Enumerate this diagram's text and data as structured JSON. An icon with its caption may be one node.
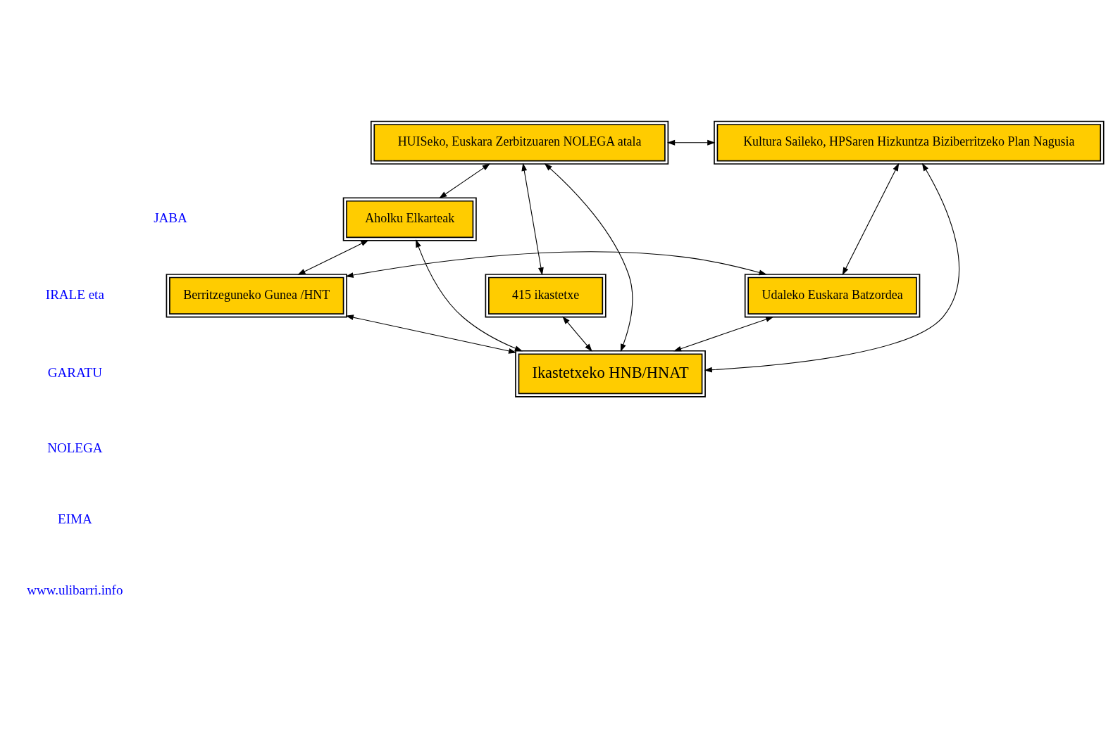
{
  "diagram": {
    "nodes": [
      {
        "text": [
          "HUISeko, Euskara Zerbitzuaren NOLEGA atala"
        ]
      },
      {
        "text": [
          "Kultura Saileko, HPSaren Hizkuntza Biziberritzeko Plan Nagusia"
        ]
      },
      {
        "text": [
          "Aholku Elkarteak"
        ]
      },
      {
        "text": [
          "415 ikastetxe"
        ]
      },
      {
        "text": [
          "Berritzeguneko Gunea /HNT"
        ]
      },
      {
        "text": [
          "Udaleko Euskara Batzordea"
        ]
      },
      {
        "text": [
          "Ikastetxeko HNB/HNAT"
        ]
      }
    ],
    "edges": [
      {
        "from": 0,
        "to": 1,
        "arrow": "both"
      },
      {
        "from": 0,
        "to": 2,
        "arrow": "both"
      },
      {
        "from": 0,
        "to": 3,
        "arrow": "both"
      },
      {
        "from": 0,
        "to": 6,
        "arrow": "both"
      },
      {
        "from": 1,
        "to": 6,
        "arrow": "both"
      },
      {
        "from": 1,
        "to": 5,
        "arrow": "both"
      },
      {
        "from": 2,
        "to": 4,
        "arrow": "both"
      },
      {
        "from": 2,
        "to": 6,
        "arrow": "both"
      },
      {
        "from": 3,
        "to": 6,
        "arrow": "both"
      },
      {
        "from": 4,
        "to": 5,
        "arrow": "both"
      },
      {
        "from": 4,
        "to": 6,
        "arrow": "both"
      },
      {
        "from": 5,
        "to": 6,
        "arrow": "both"
      }
    ],
    "labels": [
      "JABA",
      "IRALE eta",
      "GARATU",
      "NOLEGA",
      "EIMA",
      "www.ulibarri.info"
    ]
  }
}
